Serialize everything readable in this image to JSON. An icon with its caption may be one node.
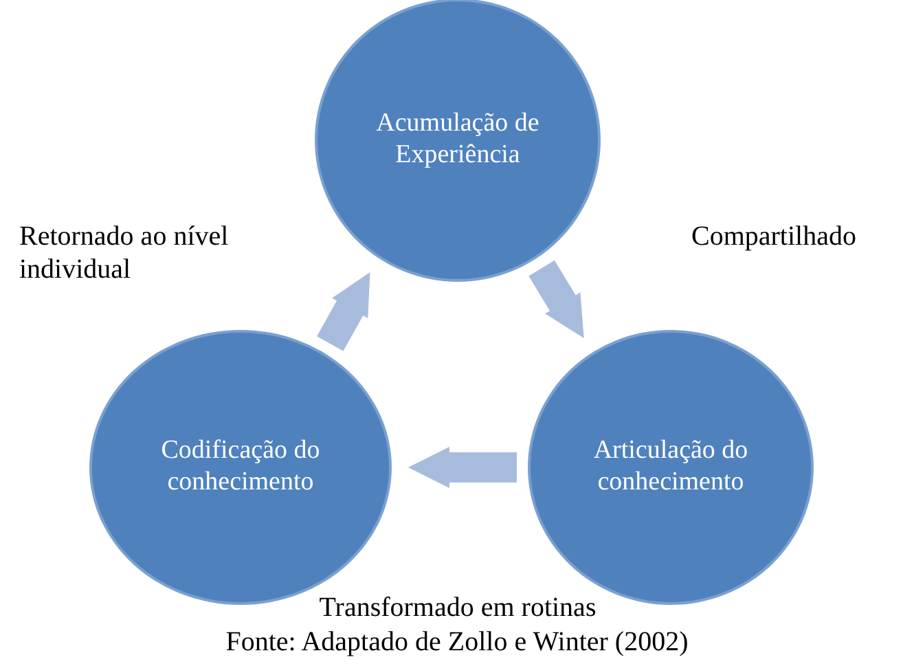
{
  "diagram": {
    "caption": "Fonte: Adaptado de Zollo e Winter (2002)",
    "nodes": [
      {
        "text": [
          "Acumulação de Experiência"
        ]
      },
      {
        "text": [
          "Articulação do conhecimento"
        ]
      },
      {
        "text": [
          "Codificação do conhecimento"
        ]
      }
    ],
    "edges": [
      {
        "from": 0,
        "to": 1,
        "arrow": "to"
      },
      {
        "from": 1,
        "to": 2,
        "arrow": "to"
      },
      {
        "from": 2,
        "to": 0,
        "arrow": "to"
      }
    ],
    "labels": [
      "Retornado ao nível individual",
      "Compartilhado",
      "Transformado em rotinas"
    ]
  }
}
